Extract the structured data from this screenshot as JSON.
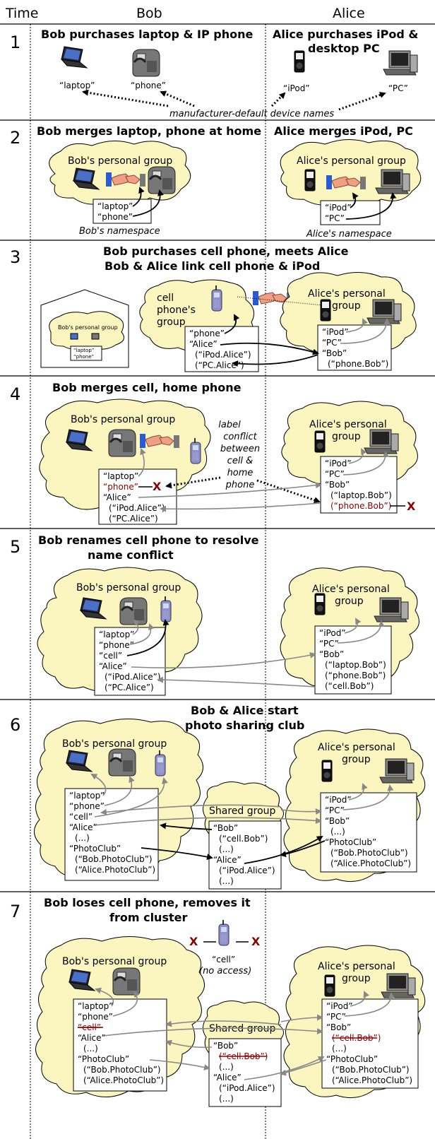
{
  "header": {
    "time": "Time",
    "bob": "Bob",
    "alice": "Alice"
  },
  "steps": [
    {
      "num": "1",
      "title_bob": "Bob purchases laptop & IP phone",
      "title_alice_1": "Alice purchases iPod &",
      "title_alice_2": "desktop PC",
      "labels": {
        "laptop": "“laptop”",
        "phone": "“phone”",
        "ipod": "“iPod”",
        "pc": "“PC”"
      },
      "caption": "manufacturer-default device names"
    },
    {
      "num": "2",
      "title_bob": "Bob merges laptop, phone at home",
      "title_alice": "Alice merges iPod, PC",
      "bob_group": "Bob's personal group",
      "alice_group": "Alice's personal group",
      "bob_ns": [
        "“laptop”",
        "“phone”"
      ],
      "alice_ns": [
        "“iPod”",
        "“PC”"
      ],
      "bob_ns_caption": "Bob's namespace",
      "alice_ns_caption": "Alice's namespace"
    },
    {
      "num": "3",
      "title_1": "Bob purchases cell phone, meets Alice",
      "title_2": "Bob & Alice link cell phone & iPod",
      "mini_group": "Bob's personal group",
      "mini_ns": [
        "“laptop”",
        "“phone”"
      ],
      "cell_group": [
        "cell",
        "phone's",
        "group"
      ],
      "cell_ns": [
        "“phone”",
        "“Alice”",
        "(“iPod.Alice”)",
        "(“PC.Alice”)"
      ],
      "alice_group": [
        "Alice's personal",
        "group"
      ],
      "alice_ns": [
        "“iPod”",
        "“PC”",
        "“Bob”",
        "(“phone.Bob”)"
      ]
    },
    {
      "num": "4",
      "title": "Bob merges cell, home phone",
      "bob_group": "Bob's personal group",
      "bob_ns": [
        "“laptop”",
        "“phone”",
        "“Alice”",
        "(“iPod.Alice”)",
        "(“PC.Alice”)"
      ],
      "conflict": [
        "label",
        "conflict",
        "between",
        "cell &",
        "home",
        "phone"
      ],
      "alice_group": [
        "Alice's personal",
        "group"
      ],
      "alice_ns": [
        "“iPod”",
        "“PC”",
        "“Bob”",
        "(“laptop.Bob”)",
        "(“phone.Bob”)"
      ],
      "x": "X"
    },
    {
      "num": "5",
      "title_1": "Bob renames cell phone to resolve",
      "title_2": "name conflict",
      "bob_group": "Bob's personal group",
      "bob_ns": [
        "“laptop”",
        "“phone”",
        "“cell”",
        "“Alice”",
        "(“iPod.Alice”)",
        "(“PC.Alice”)"
      ],
      "alice_group": [
        "Alice's personal",
        "group"
      ],
      "alice_ns": [
        "“iPod”",
        "“PC”",
        "“Bob”",
        "(“laptop.Bob”)",
        "(“phone.Bob”)",
        "(“cell.Bob”)"
      ]
    },
    {
      "num": "6",
      "title_1": "Bob & Alice start",
      "title_2": "photo sharing club",
      "bob_group": "Bob's personal group",
      "bob_ns": [
        "“laptop”",
        "“phone”",
        "“cell”",
        "“Alice”",
        "(...)",
        "“PhotoClub”",
        "(“Bob.PhotoClub”)",
        "(“Alice.PhotoClub”)"
      ],
      "shared_group": "Shared group",
      "shared_ns": [
        "“Bob”",
        "(“cell.Bob”)",
        "(...)",
        "“Alice”",
        "(“iPod.Alice”)",
        "(...)"
      ],
      "alice_group": [
        "Alice's personal",
        "group"
      ],
      "alice_ns": [
        "“iPod”",
        "“PC”",
        "“Bob”",
        "(...)",
        "“PhotoClub”",
        "(“Bob.PhotoClub”)",
        "(“Alice.PhotoClub”)"
      ]
    },
    {
      "num": "7",
      "title_1": "Bob loses cell phone, removes it",
      "title_2": "from cluster",
      "cell_label": "“cell”",
      "no_access": "(no access)",
      "x": "X",
      "bob_group": "Bob's personal group",
      "bob_ns": [
        "“laptop”",
        "“phone”",
        "“cell”",
        "“Alice”",
        "(...)",
        "“PhotoClub”",
        "(“Bob.PhotoClub”)",
        "(“Alice.PhotoClub”)"
      ],
      "shared_group": "Shared group",
      "shared_ns": [
        "“Bob”",
        "(“cell.Bob”)",
        "(...)",
        "“Alice”",
        "(“iPod.Alice”)",
        "(...)"
      ],
      "alice_group": [
        "Alice's personal",
        "group"
      ],
      "alice_ns": [
        "“iPod”",
        "“PC”",
        "“Bob”",
        "(“cell.Bob”)",
        "(...)",
        "“PhotoClub”",
        "(“Bob.PhotoClub”)",
        "(“Alice.PhotoClub”)"
      ]
    }
  ]
}
